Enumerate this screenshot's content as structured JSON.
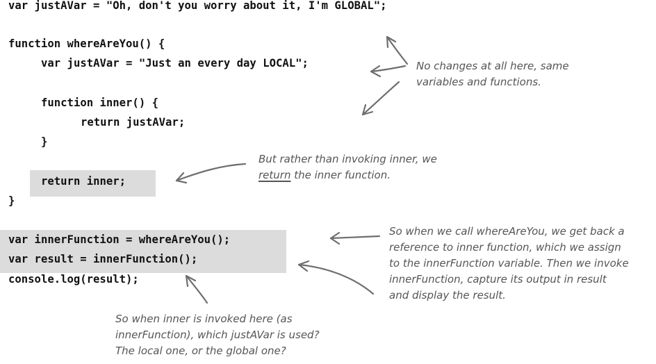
{
  "code": {
    "global_var": "var justAVar = \"Oh, don't you worry about it, I'm GLOBAL\";",
    "func_decl": "function whereAreYou() {",
    "local_var": "var justAVar = \"Just an every day LOCAL\";",
    "inner_decl": "function inner() {",
    "inner_return": "return justAVar;",
    "inner_close": "}",
    "return_inner": "return inner;",
    "func_close": "}",
    "inner_function_var": "var innerFunction = whereAreYou();",
    "result_var": "var result = innerFunction();",
    "console_log": "console.log(result);"
  },
  "notes": {
    "no_changes": [
      "No changes at all here, same",
      "variables and functions."
    ],
    "return_note": {
      "line1": "But rather than invoking inner, we",
      "line2_underlined": "return",
      "line2_rest": " the inner function."
    },
    "call_note": [
      "So when we call whereAreYou, we get back a",
      "reference to inner function, which we assign",
      "to the innerFunction variable. Then we invoke",
      "innerFunction, capture its output in result",
      "and display the result."
    ],
    "question_note": [
      "So when inner is invoked here (as",
      "innerFunction), which justAVar is used?",
      "The local one, or the global one?"
    ]
  }
}
